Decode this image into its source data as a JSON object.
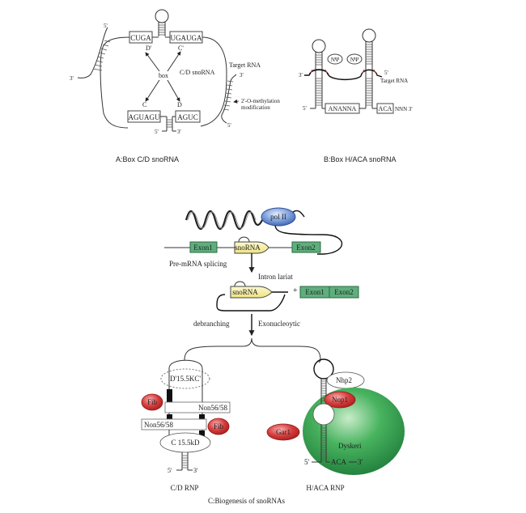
{
  "panel_a": {
    "caption": "A:Box C/D snoRNA",
    "boxes": {
      "top_left": "CUGA",
      "top_right": "UGAUGA",
      "bottom_left": "AGUAGU",
      "bottom_right": "AGUC"
    },
    "box_labels": {
      "d_prime": "D'",
      "c_prime": "C'",
      "c": "C",
      "d": "D",
      "center": "box"
    },
    "rna_label": "C/D snoRNA",
    "target_label": "Target RNA",
    "modification_line1": "2'-O-methylation",
    "modification_line2": "modification",
    "ends": {
      "left_5": "5'",
      "left_3": "3'",
      "right_3": "3'",
      "right_5": "5'",
      "stem_5": "5'",
      "stem_3": "3'"
    }
  },
  "panel_b": {
    "caption": "B:Box H/ACA snoRNA",
    "pseudouridine_left": "NΨ",
    "pseudouridine_right": "NΨ",
    "box_h": "ANANNA",
    "box_aca": "ACA",
    "aca_suffix": "NNN 3'",
    "target_label": "Target RNA",
    "ends": {
      "left_3": "3'",
      "right_5": "5'",
      "bottom_5": "5'"
    }
  },
  "panel_c": {
    "caption": "C:Biogenesis of snoRNAs",
    "pol": "pol II",
    "exon1": "Exon1",
    "exon2": "Exon2",
    "snorna": "snoRNA",
    "splicing_label": "Pre-mRNA splicing",
    "lariat_label": "Intron lariat",
    "plus": "+",
    "spliced_exon1": "Exon1",
    "spliced_exon2": "Exon2",
    "lariat_snorna": "snoRNA",
    "debranching_label": "debranching",
    "exonucleolytic_label": "Exonucleoytic",
    "cd_rnp": {
      "title": "C/D RNP",
      "top_protein": "D'15.5KC'",
      "fib_top": "Fib",
      "nop_top": "Non56/58",
      "nop_bottom": "Non56/58",
      "fib_bottom": "Fib",
      "bottom_protein": "C  15.5kD",
      "end5": "5'",
      "end3": "3'"
    },
    "haca_rnp": {
      "title": "H/ACA RNP",
      "nhp2": "Nhp2",
      "nop1": "Nop1",
      "gar1": "Gar1",
      "dyskerin": "Dyskeri",
      "end5": "5'",
      "aca": "ACA",
      "end3": "3'"
    },
    "colors": {
      "pol_blue": "#5b7fc4",
      "snorna_yellow": "#f3eea0",
      "exon_green": "#5fae7d",
      "protein_red": "#d33a3a",
      "dyskerin_green": "#2e9a4e"
    }
  }
}
